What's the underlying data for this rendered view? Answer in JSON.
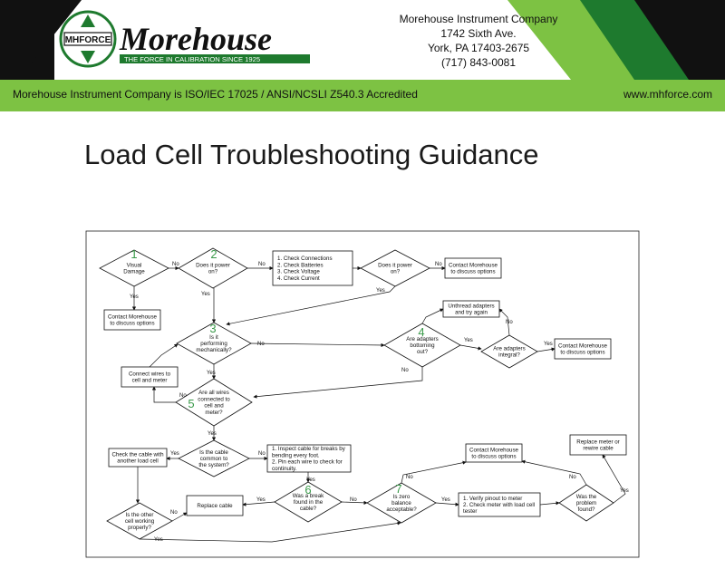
{
  "header": {
    "logo_badge": "MHFORCE",
    "brand_name": "Morehouse",
    "brand_tagline": "THE FORCE IN CALIBRATION SINCE 1925",
    "company": "Morehouse Instrument Company",
    "street": "1742 Sixth Ave.",
    "city": "York, PA 17403-2675",
    "phone": "(717) 843-0081",
    "accreditation": "Morehouse Instrument Company is ISO/IEC 17025 / ANSI/NCSLI Z540.3 Accredited",
    "website": "www.mhforce.com"
  },
  "title": "Load Cell Troubleshooting Guidance",
  "flowchart": {
    "nodes": {
      "n1": {
        "num": "1",
        "lines": [
          "Visual",
          "Damage"
        ]
      },
      "n2": {
        "num": "2",
        "lines": [
          "Does it power",
          "on?"
        ]
      },
      "checks": {
        "lines": [
          "1. Check Connections",
          "2. Check Batteries",
          "3. Check Voltage",
          "4. Check Current"
        ]
      },
      "n2b": {
        "lines": [
          "Does it power",
          "on?"
        ]
      },
      "contact_a": {
        "lines": [
          "Contact Morehouse",
          "to discuss options"
        ]
      },
      "contact_b": {
        "lines": [
          "Contact Morehouse",
          "to discuss options"
        ]
      },
      "n3": {
        "num": "3",
        "lines": [
          "Is it",
          "performing",
          "mechanically?"
        ]
      },
      "n4": {
        "num": "4",
        "lines": [
          "Are adapters",
          "bottoming",
          "out?"
        ]
      },
      "unthread": {
        "lines": [
          "Unthread adapters",
          "and try again"
        ]
      },
      "integral": {
        "lines": [
          "Are adapters",
          "integral?"
        ]
      },
      "contact_c": {
        "lines": [
          "Contact Morehouse",
          "to discuss options"
        ]
      },
      "connect": {
        "lines": [
          "Connect wires to",
          "cell and meter"
        ]
      },
      "n5": {
        "num": "5",
        "lines": [
          "Are all wires",
          "connected to",
          "cell and",
          "meter?"
        ]
      },
      "common": {
        "lines": [
          "Is the cable",
          "common to",
          "the system?"
        ]
      },
      "checkcable": {
        "lines": [
          "Check the cable with",
          "another load cell"
        ]
      },
      "inspect": {
        "lines": [
          "1. Inspect cable for breaks by",
          "bending every foot.",
          "2. Pin each wire to check for",
          "continuity."
        ]
      },
      "n6": {
        "num": "6",
        "lines": [
          "Was a break",
          "found in the",
          "cable?"
        ]
      },
      "replace_cable": {
        "lines": [
          "Replace cable"
        ]
      },
      "othercell": {
        "lines": [
          "Is the other",
          "cell working",
          "properly?"
        ]
      },
      "n7": {
        "num": "7",
        "lines": [
          "Is zero",
          "balance",
          "acceptable?"
        ]
      },
      "contact_d": {
        "lines": [
          "Contact Morehouse",
          "to discuss options"
        ]
      },
      "verify": {
        "lines": [
          "1. Verify pinout to meter",
          "2. Check meter with load cell",
          "tester"
        ]
      },
      "problem": {
        "lines": [
          "Was the",
          "problem",
          "found?"
        ]
      },
      "replace_meter": {
        "lines": [
          "Replace meter or",
          "rewire cable"
        ]
      }
    },
    "edge_labels": {
      "yes": "Yes",
      "no": "No"
    }
  },
  "colors": {
    "green": "#7dc243",
    "dark_green": "#1e7a2e",
    "black": "#111111",
    "number_green": "#3a9a4a"
  }
}
